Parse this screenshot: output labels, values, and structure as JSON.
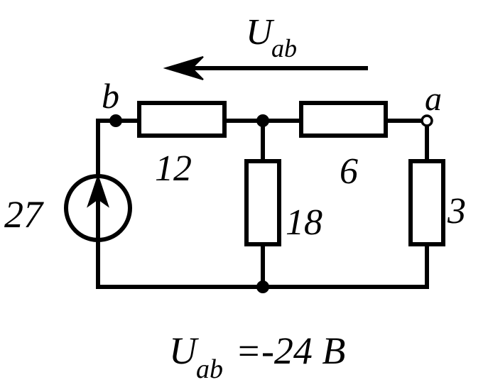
{
  "circuit": {
    "source": {
      "label": "27"
    },
    "resistors": [
      {
        "id": "R12",
        "label": "12"
      },
      {
        "id": "R6",
        "label": "6"
      },
      {
        "id": "R18",
        "label": "18"
      },
      {
        "id": "R3",
        "label": "3"
      }
    ],
    "nodes": {
      "a": "a",
      "b": "b"
    }
  },
  "voltage_arrow": {
    "symbol": "U",
    "subscript": "ab"
  },
  "result": {
    "symbol": "U",
    "subscript": "ab",
    "value_text": " =-24 В"
  }
}
